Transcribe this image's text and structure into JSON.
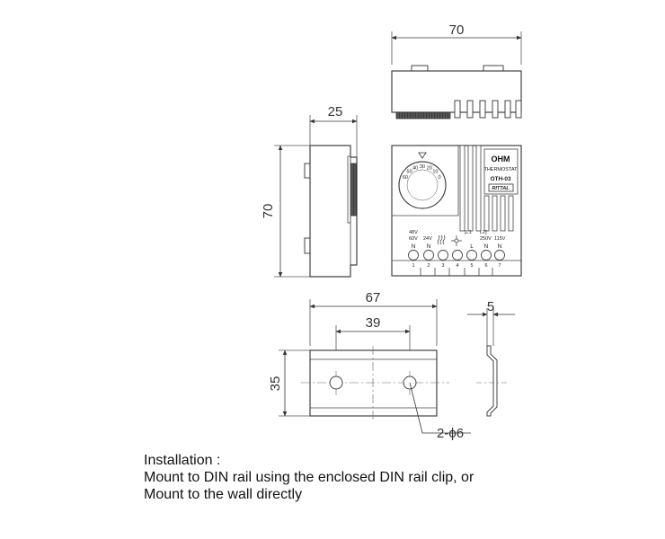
{
  "dimensions": {
    "top_width": "70",
    "side_depth": "25",
    "side_height": "70",
    "clip_width": "67",
    "hole_spacing": "39",
    "clip_height": "35",
    "clip_thickness": "5",
    "holes": "2-ϕ6"
  },
  "device": {
    "brand": "OHM",
    "label": "THERMOSTAT",
    "model": "OTH-03",
    "maker": "RITTAL",
    "dial_marks": [
      "60",
      "50",
      "40",
      "30",
      "20",
      "10",
      "0"
    ],
    "terminal_volt_1": "48V",
    "terminal_volt_2": "60V",
    "terminal_volt_3": "24V",
    "terminal_l1": "[L1",
    "terminal_l2": "L2]",
    "terminal_volt_4": "250V",
    "terminal_volt_5": "115V",
    "terminal_letters": [
      "N",
      "N",
      "L",
      "N",
      "N"
    ],
    "terminal_numbers": [
      "1",
      "2",
      "3",
      "4",
      "5",
      "6",
      "7"
    ]
  },
  "installation": {
    "heading": "Installation :",
    "line1": "Mount to DIN rail using the enclosed DIN rail clip, or",
    "line2": "Mount to the wall directly"
  }
}
